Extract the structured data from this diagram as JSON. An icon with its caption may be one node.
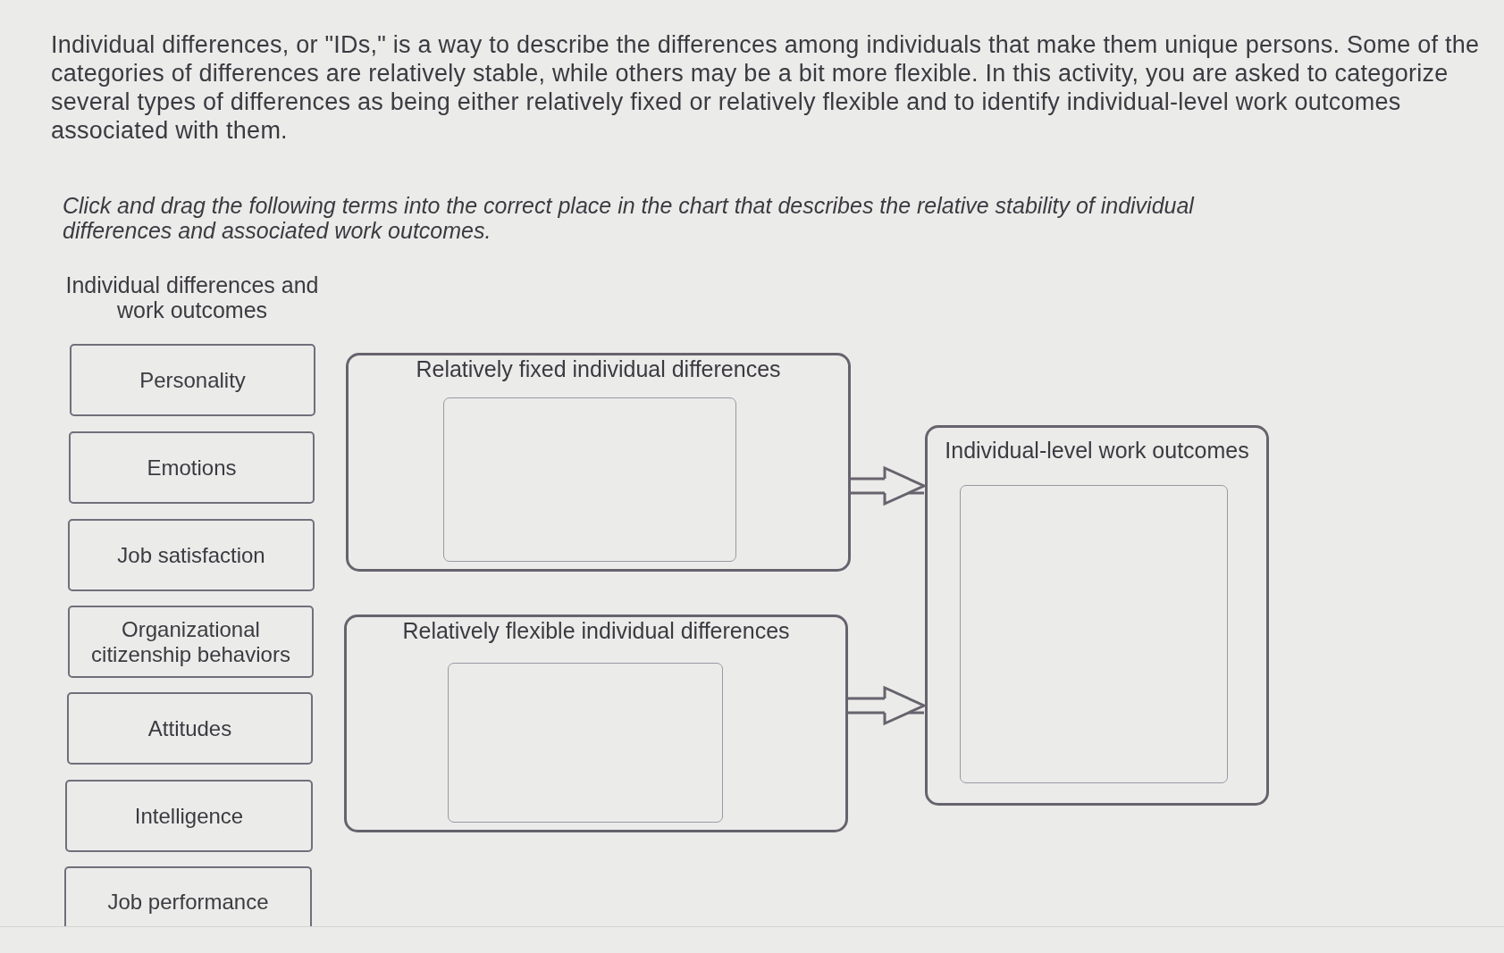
{
  "diagram": {
    "nodes": [
      {
        "text": [
          "Personality"
        ]
      },
      {
        "text": [
          "Emotions"
        ]
      },
      {
        "text": [
          "Job satisfaction"
        ]
      },
      {
        "text": [
          "Organizational citizenship behaviors"
        ]
      },
      {
        "text": [
          "Attitudes"
        ]
      },
      {
        "text": [
          "Intelligence"
        ]
      },
      {
        "text": [
          "Job performance"
        ]
      },
      {
        "text": [
          "Relatively fixed individual differences"
        ]
      },
      {
        "text": [],
        "shape": "box",
        "in": 7
      },
      {
        "text": [
          "Relatively flexible individual differences"
        ]
      },
      {
        "text": [],
        "shape": "box",
        "in": 9
      },
      {
        "text": [
          "Individual-level work outcomes"
        ]
      },
      {
        "text": [],
        "shape": "box",
        "in": 11
      }
    ],
    "edges": [
      {
        "from": 7,
        "to": 11,
        "arrow": "to"
      },
      {
        "from": 9,
        "to": 11,
        "arrow": "to"
      }
    ],
    "labels": [
      "Individual differences, or \"IDs,\" is a way to describe the differences among individuals that make them unique persons. Some of the categories of differences are relatively stable, while others may be a bit more flexible. In this activity, you are asked to categorize several types of differences as being either relatively fixed or relatively flexible and to identify individual-level work outcomes associated with them.",
      "Click and drag the following terms into the correct place in the chart that describes the relative stability of individual differences and associated work outcomes.",
      "Individual differences and work outcomes"
    ]
  }
}
